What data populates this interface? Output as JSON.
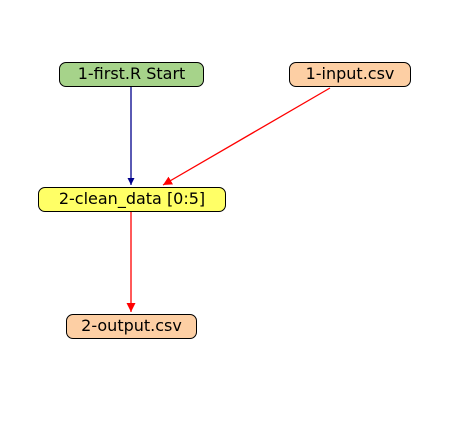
{
  "colors": {
    "start_node": "#a6d38a",
    "process_node": "#ffff66",
    "file_node": "#fdcfa4",
    "control_edge": "#00008b",
    "data_edge": "#ff0000"
  },
  "nodes": {
    "start": {
      "label": "1-first.R Start"
    },
    "input": {
      "label": "1-input.csv"
    },
    "clean": {
      "label": "2-clean_data [0:5]"
    },
    "output": {
      "label": "2-output.csv"
    }
  },
  "edges": [
    {
      "from": "1-first.R Start",
      "to": "2-clean_data [0:5]",
      "kind": "control"
    },
    {
      "from": "1-input.csv",
      "to": "2-clean_data [0:5]",
      "kind": "data"
    },
    {
      "from": "2-clean_data [0:5]",
      "to": "2-output.csv",
      "kind": "data"
    }
  ]
}
